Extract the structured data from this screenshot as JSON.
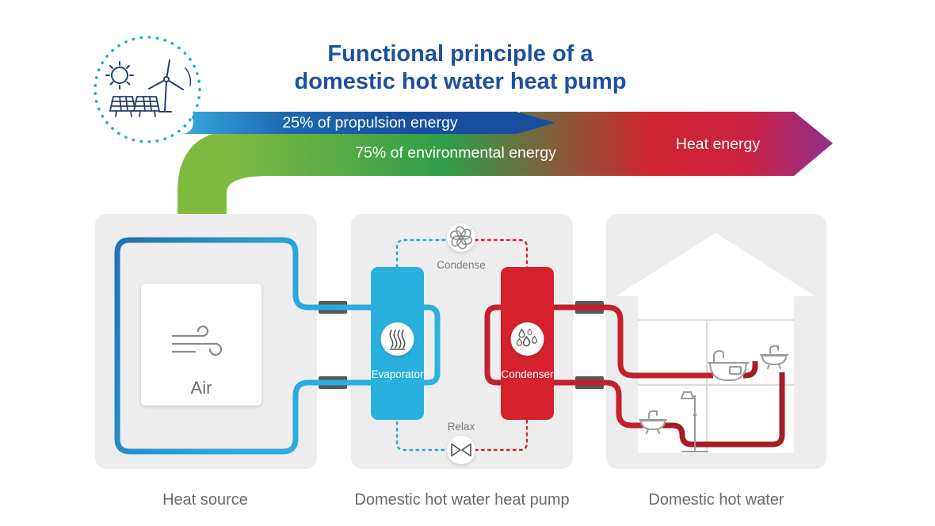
{
  "header": {
    "title_line1": "Functional principle of a",
    "title_line2": "domestic hot water heat pump"
  },
  "energy_band": {
    "propulsion": "25% of propulsion energy",
    "environmental": "75% of environmental energy",
    "heat": "Heat energy"
  },
  "heat_source_box": {
    "air_label": "Air",
    "caption": "Heat source"
  },
  "heat_pump_box": {
    "caption": "Domestic hot water heat pump",
    "condense": "Condense",
    "relax": "Relax",
    "evaporator": "Evaporator",
    "condenser": "Condenser"
  },
  "house_box": {
    "caption": "Domestic hot water"
  },
  "icons": {
    "renewable_energy": "circle badge with sun, wind turbine and solar panels",
    "wind": "air flow swirl lines",
    "fan": "fan blades in white circle",
    "expansion_valve": "bowtie valve in white circle",
    "evaporation": "steam lines in white circle",
    "condensation": "water droplets in white circle",
    "bathtub": "bathtub outline",
    "sink": "washbasin outline",
    "shower": "shower outline"
  },
  "colors": {
    "title_blue": "#1d509f",
    "propulsion_blue_dark": "#174f9e",
    "propulsion_cyan": "#3ab0e2",
    "environment_green": "#7fba40",
    "heat_red": "#cf2430",
    "heat_purple": "#8e3090",
    "evaporator_cyan": "#29b0dd",
    "condenser_red": "#d5212e",
    "pipe_cold": "#29a8dc",
    "pipe_hot_bright": "#c2202b",
    "pipe_hot": "#a51e23",
    "box_gray": "#ededee",
    "label_gray": "#7b7b7b",
    "caption_gray": "#6a6a6a",
    "fixture_gray": "#9b9b9b"
  }
}
